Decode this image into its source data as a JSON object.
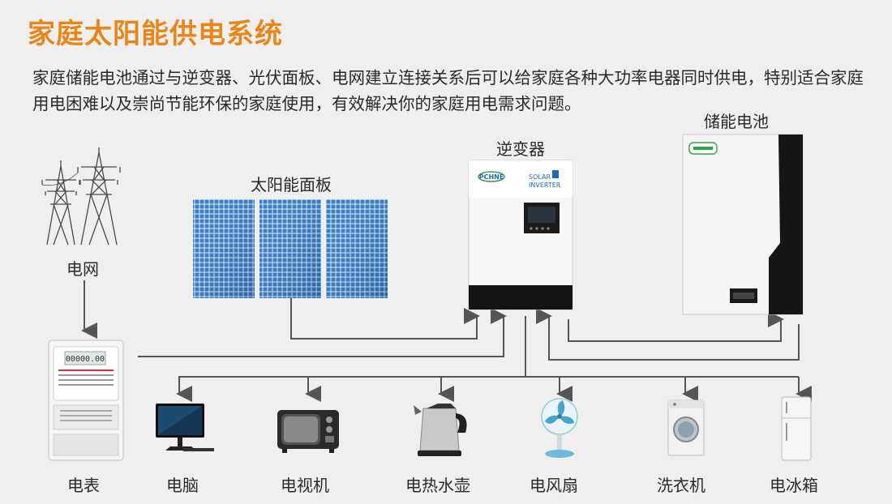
{
  "title": "家庭太阳能供电系统",
  "description": "家庭储能电池通过与逆变器、光伏面板、电网建立连接关系后可以给家庭各种大功率电器同时供电，特别适合家庭用电困难以及崇尚节能环保的家庭使用，有效解决你的家庭用电需求问题。",
  "sources": {
    "grid": "电网",
    "solar_panel": "太阳能面板",
    "inverter": "逆变器",
    "battery": "储能电池"
  },
  "inverter_logo": "PCHNE",
  "inverter_brand": [
    "SOLAR",
    "INVERTER"
  ],
  "meter_display": "00000.00",
  "appliances": [
    "电表",
    "电脑",
    "电视机",
    "电热水壶",
    "电风扇",
    "洗衣机",
    "电冰箱"
  ],
  "colors": {
    "title": "#e8861a",
    "line": "#555555",
    "panel": "#2d78c4"
  }
}
